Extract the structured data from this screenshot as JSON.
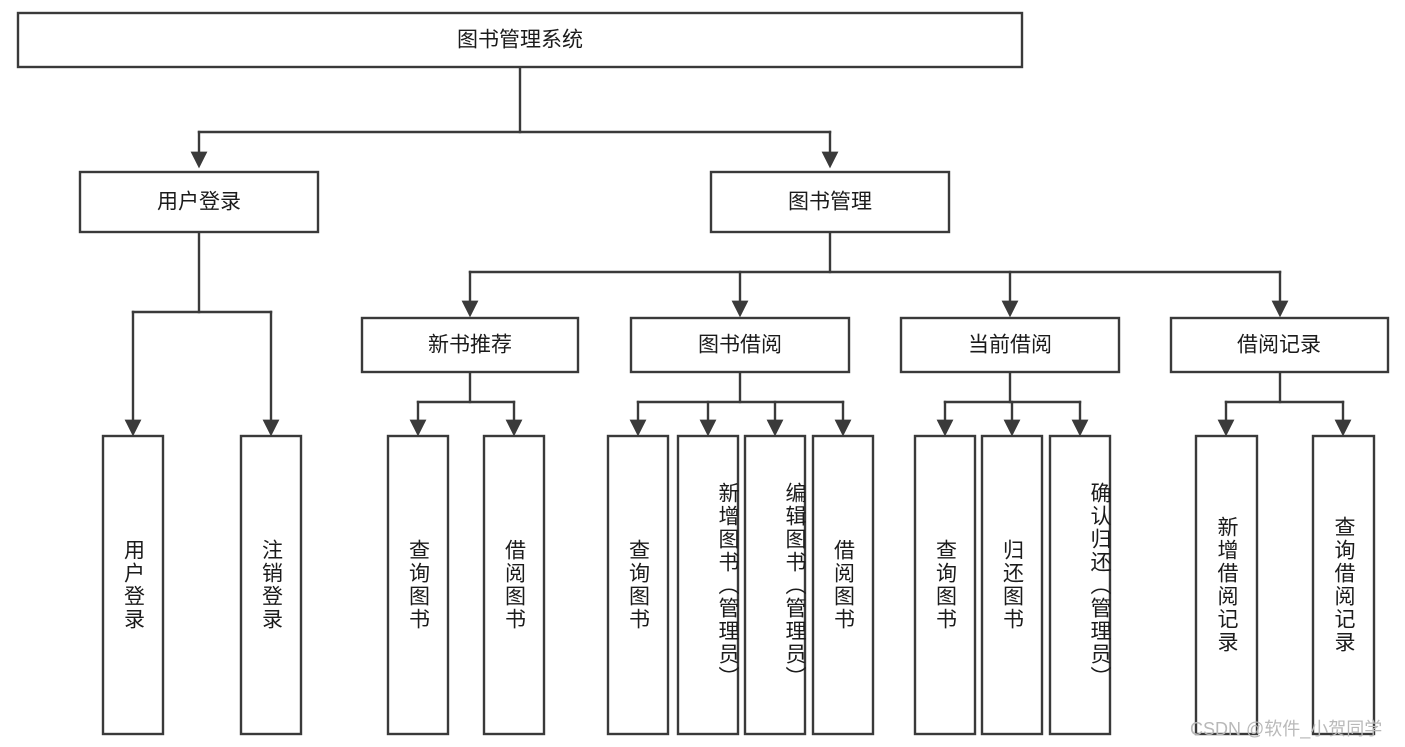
{
  "diagram": {
    "title": "图书管理系统",
    "type": "hierarchy-tree",
    "orientation": "top-down",
    "levels": 4,
    "root": {
      "id": "root",
      "label": "图书管理系统",
      "orientation": "horizontal"
    },
    "level2": [
      {
        "id": "user-login",
        "label": "用户登录",
        "orientation": "horizontal"
      },
      {
        "id": "book-management",
        "label": "图书管理",
        "orientation": "horizontal"
      }
    ],
    "level3": [
      {
        "id": "new-book-recommend",
        "label": "新书推荐",
        "orientation": "horizontal",
        "parent": "book-management"
      },
      {
        "id": "book-borrow",
        "label": "图书借阅",
        "orientation": "horizontal",
        "parent": "book-management"
      },
      {
        "id": "current-borrow",
        "label": "当前借阅",
        "orientation": "horizontal",
        "parent": "book-management"
      },
      {
        "id": "borrow-record",
        "label": "借阅记录",
        "orientation": "horizontal",
        "parent": "book-management"
      }
    ],
    "leaves": {
      "user_login": [
        {
          "id": "leaf-user-login",
          "label": "用户登录"
        },
        {
          "id": "leaf-logout",
          "label": "注销登录"
        }
      ],
      "new_book_recommend": [
        {
          "id": "leaf-query-book-1",
          "label": "查询图书"
        },
        {
          "id": "leaf-borrow-book-1",
          "label": "借阅图书"
        }
      ],
      "book_borrow": [
        {
          "id": "leaf-query-book-2",
          "label": "查询图书"
        },
        {
          "id": "leaf-add-book",
          "label": "新增图书（管理员）"
        },
        {
          "id": "leaf-edit-book",
          "label": "编辑图书（管理员）"
        },
        {
          "id": "leaf-borrow-book-2",
          "label": "借阅图书"
        }
      ],
      "current_borrow": [
        {
          "id": "leaf-query-book-3",
          "label": "查询图书"
        },
        {
          "id": "leaf-return-book",
          "label": "归还图书"
        },
        {
          "id": "leaf-confirm-return",
          "label": "确认归还（管理员）"
        }
      ],
      "borrow_record": [
        {
          "id": "leaf-add-record",
          "label": "新增借阅记录"
        },
        {
          "id": "leaf-query-record",
          "label": "查询借阅记录"
        }
      ]
    }
  },
  "watermark": {
    "text": "CSDN @软件_小贺同学"
  },
  "colors": {
    "stroke": "#3a3a3a",
    "box_fill": "#ffffff",
    "text": "#1b1b1b",
    "background": "#ffffff",
    "watermark": "#b9b9b9"
  }
}
